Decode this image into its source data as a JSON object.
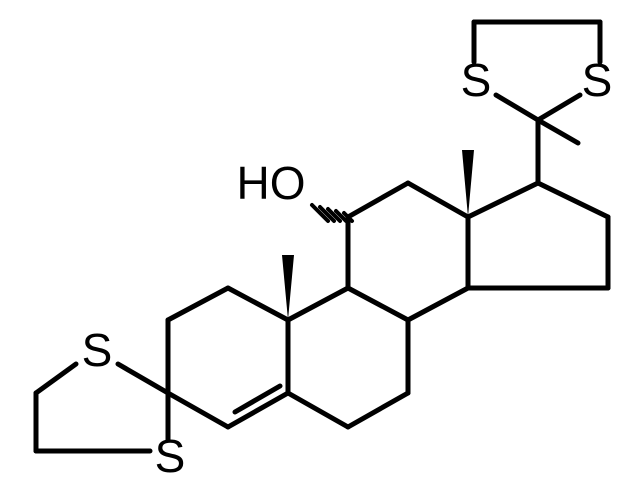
{
  "diagram": {
    "type": "chemical-structure",
    "atoms": [
      {
        "label": "S",
        "role": "top-dithiolane-sulfur-left"
      },
      {
        "label": "S",
        "role": "top-dithiolane-sulfur-right"
      },
      {
        "label": "HO",
        "role": "hydroxyl-group"
      },
      {
        "label": "S",
        "role": "bottom-dithiolane-sulfur-upper"
      },
      {
        "label": "S",
        "role": "bottom-dithiolane-sulfur-lower"
      }
    ],
    "colors": {
      "bond": "#000000",
      "label": "#000000",
      "background": "#ffffff"
    }
  }
}
